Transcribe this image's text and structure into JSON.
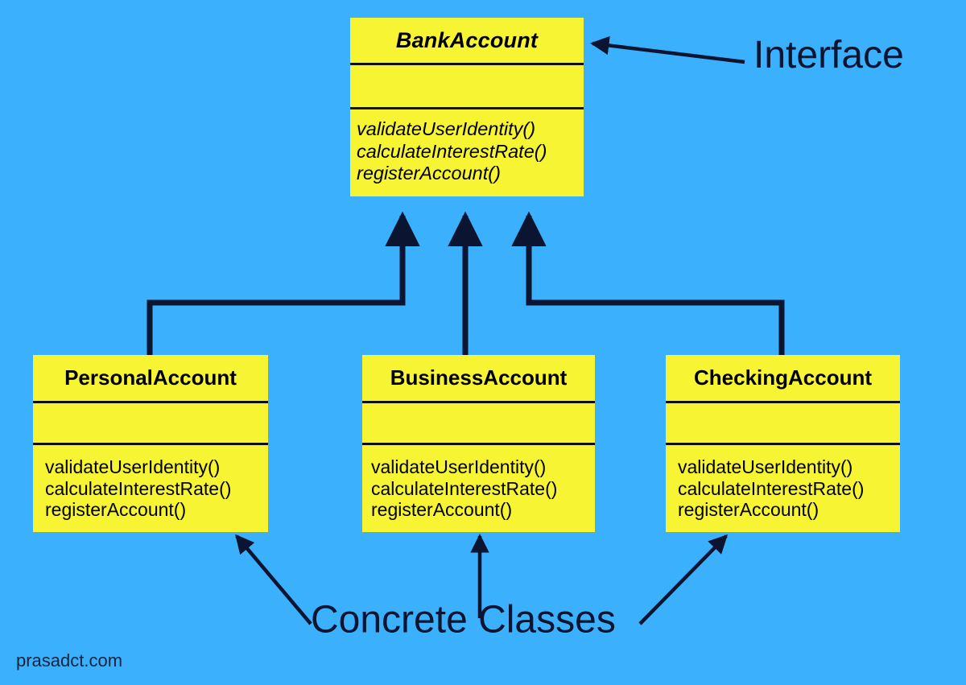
{
  "diagram": {
    "title": "UML Class Diagram - BankAccount Interface and Concrete Classes",
    "background_color": "#3BB0FC",
    "class_fill_color": "#F7F533",
    "line_color": "#0B1430",
    "annotation_color": "#0B1430"
  },
  "interface_class": {
    "name": "BankAccount",
    "stereotype": "interface",
    "attributes": [],
    "methods": [
      "validateUserIdentity()",
      "calculateInterestRate()",
      "registerAccount()"
    ]
  },
  "concrete_classes": [
    {
      "name": "PersonalAccount",
      "attributes": [],
      "methods": [
        "validateUserIdentity()",
        "calculateInterestRate()",
        "registerAccount()"
      ]
    },
    {
      "name": "BusinessAccount",
      "attributes": [],
      "methods": [
        "validateUserIdentity()",
        "calculateInterestRate()",
        "registerAccount()"
      ]
    },
    {
      "name": "CheckingAccount",
      "attributes": [],
      "methods": [
        "validateUserIdentity()",
        "calculateInterestRate()",
        "registerAccount()"
      ]
    }
  ],
  "annotations": {
    "interface_label": "Interface",
    "concrete_label": "Concrete Classes"
  },
  "watermark": {
    "text": "prasadct.com"
  }
}
